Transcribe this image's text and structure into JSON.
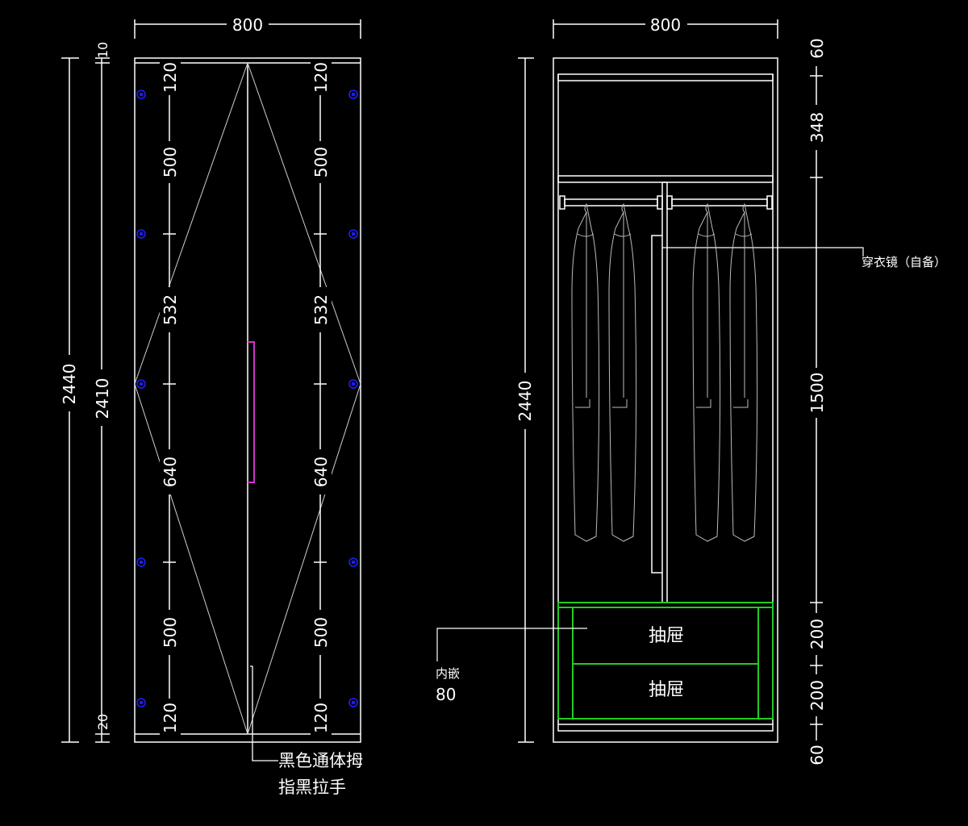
{
  "colors": {
    "background": "#000000",
    "line": "#ffffff",
    "drawer": "#22cc22",
    "hinge": "#1e1eff",
    "handle": "#cc33cc",
    "hatch": "#bbbbbb"
  },
  "front_view": {
    "width_dim": "800",
    "overall_height_dim": "2440",
    "door_height_dim": "2410",
    "top_gap_dim": "10",
    "bottom_gap_dim": "20",
    "hinge_spacing_left": [
      "120",
      "500",
      "532",
      "640",
      "500",
      "120"
    ],
    "hinge_spacing_right": [
      "120",
      "500",
      "532",
      "640",
      "500",
      "120"
    ],
    "handle_note_line1": "黑色通体拇",
    "handle_note_line2": "指黑拉手"
  },
  "section_view": {
    "width_dim": "800",
    "overall_height_dim": "2440",
    "right_dims": [
      "60",
      "348",
      "1500",
      "200",
      "200",
      "60"
    ],
    "rail_note": "穿衣镜（自备）",
    "drawer_1_label": "抽屉",
    "drawer_2_label": "抽屉",
    "inset_note_line1": "内嵌",
    "inset_note_line2": "80"
  }
}
